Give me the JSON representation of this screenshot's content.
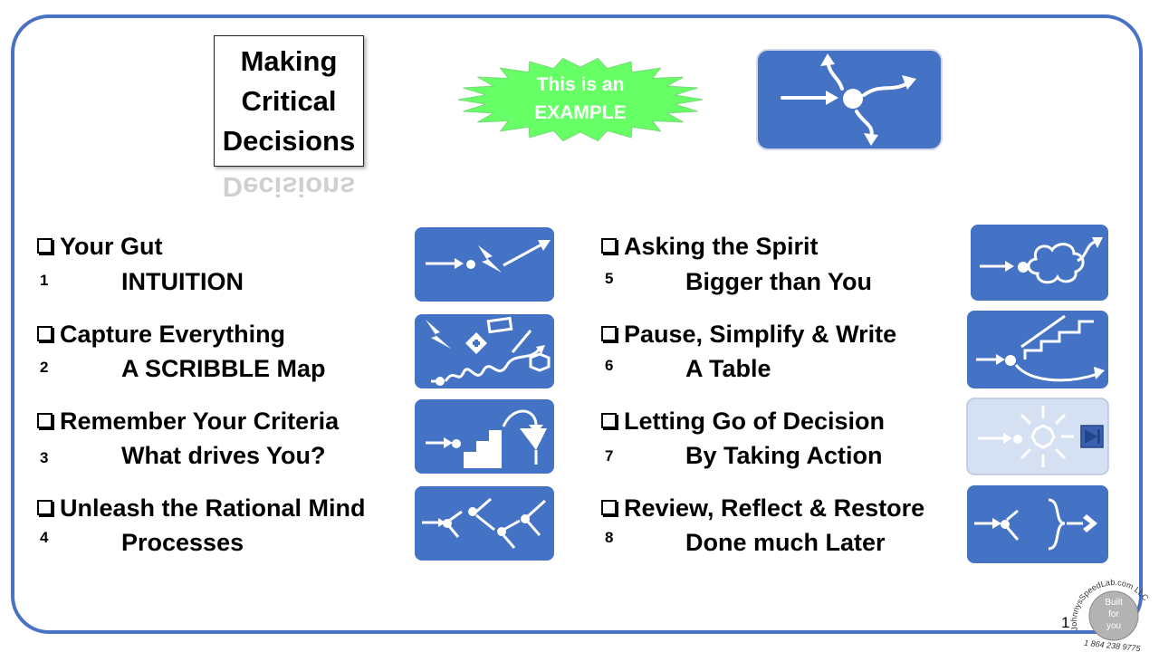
{
  "title": {
    "line1": "Making",
    "line2": "Critical",
    "line3": "Decisions",
    "reflection": "Decisions"
  },
  "example_badge": {
    "line1": "This is an",
    "line2": "EXAMPLE",
    "color": "#66ff66"
  },
  "accent_color": "#4472c4",
  "items": [
    {
      "number": "1",
      "heading": "Your Gut",
      "sub": "INTUITION",
      "icon": "intuition-lightning-icon"
    },
    {
      "number": "2",
      "heading": "Capture Everything",
      "sub": "A SCRIBBLE Map",
      "icon": "scribble-map-icon"
    },
    {
      "number": "3",
      "heading": "Remember Your Criteria",
      "sub": "What drives You?",
      "icon": "criteria-stairs-filter-icon"
    },
    {
      "number": "4",
      "heading": "Unleash the Rational Mind",
      "sub": "Processes",
      "icon": "process-branches-icon"
    },
    {
      "number": "5",
      "heading": "Asking the Spirit",
      "sub": "Bigger than You",
      "icon": "spirit-cloud-icon"
    },
    {
      "number": "6",
      "heading": "Pause, Simplify & Write",
      "sub": "A Table",
      "icon": "simplify-stairs-icon"
    },
    {
      "number": "7",
      "heading": "Letting Go of Decision",
      "sub": "By Taking Action",
      "icon": "action-sunburst-icon"
    },
    {
      "number": "8",
      "heading": "Review, Reflect & Restore",
      "sub": "Done much Later",
      "icon": "review-brace-icon"
    }
  ],
  "page_number": "1",
  "footer_stamp": {
    "arc_text": "JohnnysSpeedLab.com LLC",
    "line1": "Built",
    "line2": "for",
    "line3": "you",
    "phone": "1 864 238 9775"
  }
}
